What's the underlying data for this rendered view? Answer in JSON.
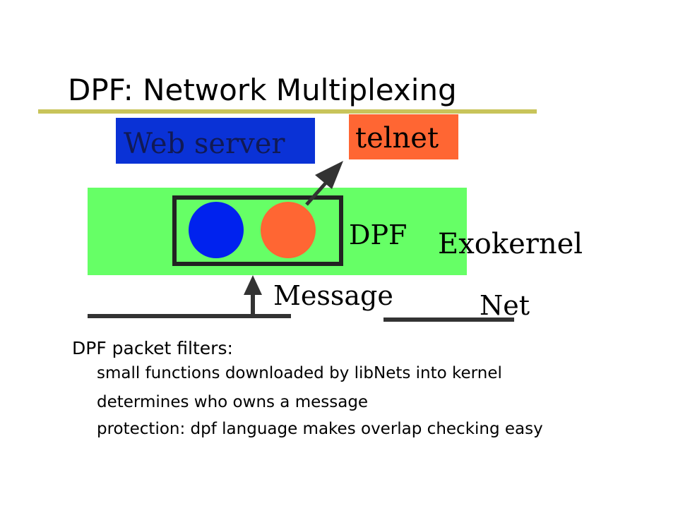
{
  "slide": {
    "title": "DPF: Network Multiplexing"
  },
  "diagram": {
    "web_server": "Web server",
    "telnet": "telnet",
    "dpf": "DPF",
    "exokernel": "Exokernel",
    "message": "Message",
    "net": "Net",
    "colors": {
      "web_server_box": "#0a32d6",
      "telnet_box": "#ff6633",
      "exokernel_box": "#66ff66",
      "filter_blue": "#0022ee",
      "filter_orange": "#ff6633",
      "title_rule": "#c8c45a"
    }
  },
  "bullets": {
    "heading": "DPF packet filters:",
    "items": [
      "small functions downloaded by libNets into kernel",
      "determines who owns a message",
      "protection: dpf language makes overlap checking easy"
    ]
  }
}
